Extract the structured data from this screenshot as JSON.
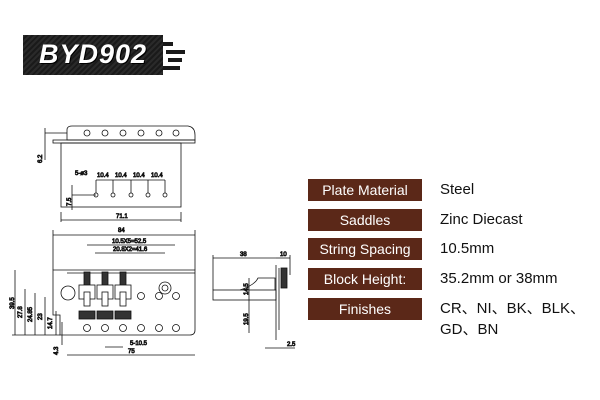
{
  "model": "BYD902",
  "specs": [
    {
      "label": "Plate Material",
      "value": "Steel"
    },
    {
      "label": "Saddles",
      "value": "Zinc Diecast"
    },
    {
      "label": "String Spacing",
      "value": "10.5mm"
    },
    {
      "label": "Block Height:",
      "value": "35.2mm or 38mm"
    },
    {
      "label": "Finishes",
      "value": "CR、NI、BK、BLK、",
      "value2": "GD、BN"
    }
  ],
  "dims": {
    "top": {
      "d62": "6.2",
      "holes": "5-ø3",
      "s1": "10.4",
      "s2": "10.4",
      "s3": "10.4",
      "s4": "10.4",
      "d75": "7.5",
      "width": "71.1"
    },
    "bottom": {
      "width": "84",
      "spacing": "10.5X5=52.5",
      "spacing2": "20.8X2=41.6",
      "h1": "39.5",
      "h2": "27.8",
      "h3": "24.85",
      "h4": "23",
      "h5": "14.7",
      "h6": "4.3",
      "pitch": "5-10.5",
      "len": "75"
    },
    "side": {
      "d38": "38",
      "d10": "10",
      "d145": "14.5",
      "d195": "19.5",
      "d25": "2.5"
    }
  },
  "colors": {
    "label_bg": "#5b2818"
  }
}
